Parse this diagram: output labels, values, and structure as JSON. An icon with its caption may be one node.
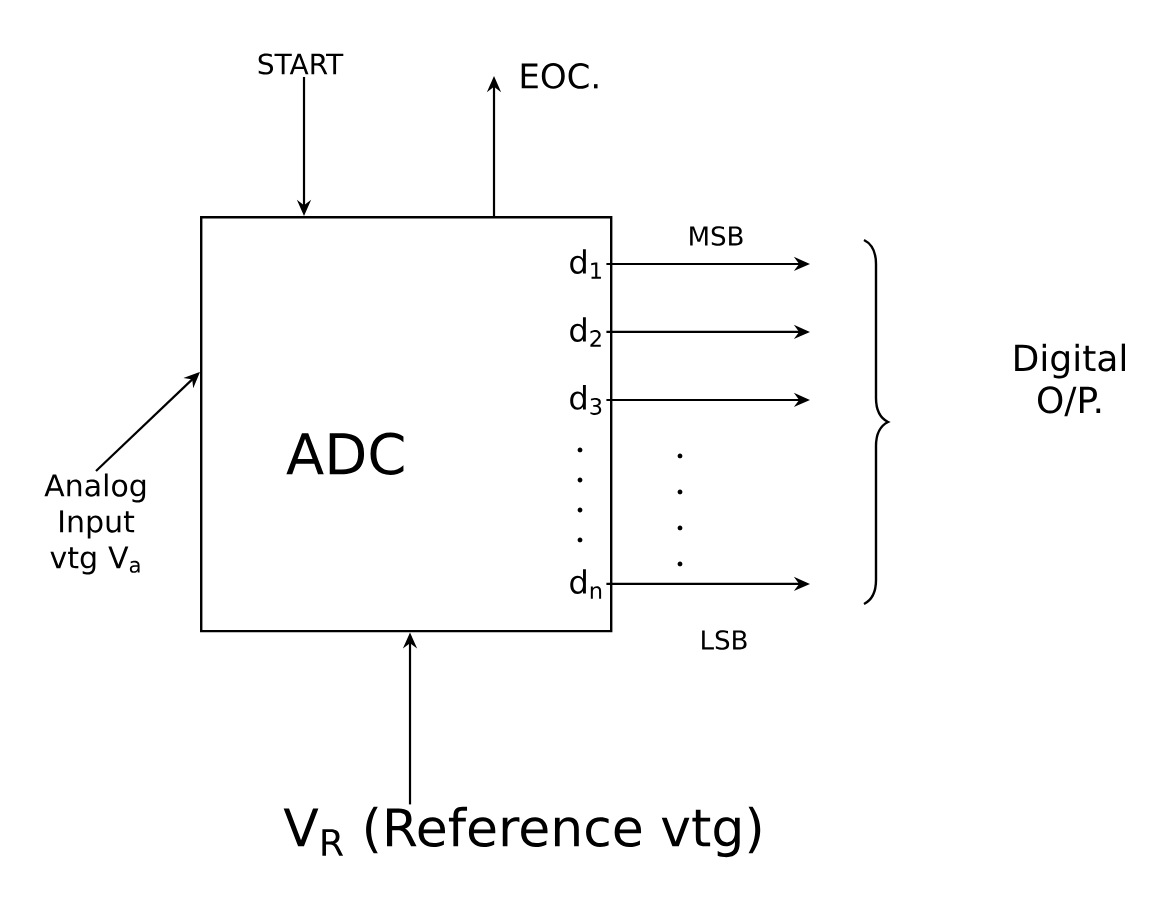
{
  "diagram": {
    "nodes": [
      {
        "text": [
          "ADC"
        ]
      },
      {
        "text": [
          "d$_{1}$"
        ],
        "in": 0
      },
      {
        "text": [
          "d$_{2}$"
        ],
        "in": 0
      },
      {
        "text": [
          "d$_{3}$"
        ],
        "in": 0
      },
      {
        "text": [
          "d$_{n}$"
        ],
        "in": 0
      },
      {
        "text": [
          "START"
        ]
      },
      {
        "text": [
          "EOC."
        ]
      },
      {
        "text": [
          "Analog Input vtg V$_{a}$"
        ]
      },
      {
        "text": [
          "V$_{R}$ (Reference vtg)"
        ]
      },
      {
        "text": [
          "Digital O/P."
        ]
      }
    ],
    "edges": [
      {
        "from": 5,
        "to": 0,
        "arrow": "to"
      },
      {
        "from": 0,
        "to": 6,
        "arrow": "to"
      },
      {
        "from": 7,
        "to": 0,
        "arrow": "to"
      },
      {
        "from": 8,
        "to": 0,
        "arrow": "to"
      },
      {
        "from": 1,
        "to": null,
        "arrow": "to",
        "label": "MSB"
      },
      {
        "from": 2,
        "to": null,
        "arrow": "to"
      },
      {
        "from": 3,
        "to": null,
        "arrow": "to"
      },
      {
        "from": 4,
        "to": null,
        "arrow": "to",
        "label": "LSB"
      }
    ]
  }
}
